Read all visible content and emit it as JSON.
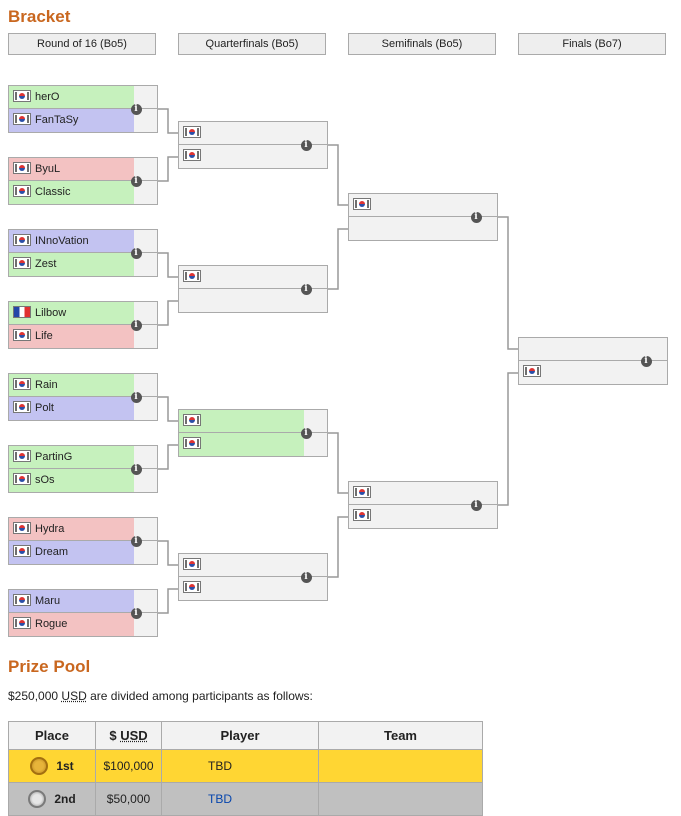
{
  "bracket": {
    "title": "Bracket",
    "rounds": [
      "Round of 16 (Bo5)",
      "Quarterfinals (Bo5)",
      "Semifinals (Bo5)",
      "Finals (Bo7)"
    ],
    "ro16": [
      {
        "p1": {
          "name": "herO",
          "flag": "kr",
          "color": "green"
        },
        "p2": {
          "name": "FanTaSy",
          "flag": "kr",
          "color": "blue"
        }
      },
      {
        "p1": {
          "name": "ByuL",
          "flag": "kr",
          "color": "red"
        },
        "p2": {
          "name": "Classic",
          "flag": "kr",
          "color": "green"
        }
      },
      {
        "p1": {
          "name": "INnoVation",
          "flag": "kr",
          "color": "blue"
        },
        "p2": {
          "name": "Zest",
          "flag": "kr",
          "color": "green"
        }
      },
      {
        "p1": {
          "name": "Lilbow",
          "flag": "fr",
          "color": "green"
        },
        "p2": {
          "name": "Life",
          "flag": "kr",
          "color": "red"
        }
      },
      {
        "p1": {
          "name": "Rain",
          "flag": "kr",
          "color": "green"
        },
        "p2": {
          "name": "Polt",
          "flag": "kr",
          "color": "blue"
        }
      },
      {
        "p1": {
          "name": "PartinG",
          "flag": "kr",
          "color": "green"
        },
        "p2": {
          "name": "sOs",
          "flag": "kr",
          "color": "green"
        }
      },
      {
        "p1": {
          "name": "Hydra",
          "flag": "kr",
          "color": "red"
        },
        "p2": {
          "name": "Dream",
          "flag": "kr",
          "color": "blue"
        }
      },
      {
        "p1": {
          "name": "Maru",
          "flag": "kr",
          "color": "blue"
        },
        "p2": {
          "name": "Rogue",
          "flag": "kr",
          "color": "red"
        }
      }
    ],
    "quarterfinals": [
      {
        "p1": {
          "name": "",
          "flag": "kr",
          "color": "none"
        },
        "p2": {
          "name": "",
          "flag": "kr",
          "color": "none"
        }
      },
      {
        "p1": {
          "name": "",
          "flag": "kr",
          "color": "none"
        },
        "p2": {
          "name": "",
          "flag": "",
          "color": "none"
        }
      },
      {
        "p1": {
          "name": "",
          "flag": "kr",
          "color": "green"
        },
        "p2": {
          "name": "",
          "flag": "kr",
          "color": "green"
        }
      },
      {
        "p1": {
          "name": "",
          "flag": "kr",
          "color": "none"
        },
        "p2": {
          "name": "",
          "flag": "kr",
          "color": "none"
        }
      }
    ],
    "semifinals": [
      {
        "p1": {
          "name": "",
          "flag": "kr",
          "color": "none"
        },
        "p2": {
          "name": "",
          "flag": "",
          "color": "none"
        }
      },
      {
        "p1": {
          "name": "",
          "flag": "kr",
          "color": "none"
        },
        "p2": {
          "name": "",
          "flag": "kr",
          "color": "none"
        }
      }
    ],
    "finals": [
      {
        "p1": {
          "name": "",
          "flag": "",
          "color": "none"
        },
        "p2": {
          "name": "",
          "flag": "kr",
          "color": "none"
        }
      }
    ],
    "info_glyph": "i",
    "colors": {
      "green": "#c6f1bd",
      "blue": "#c3c3f1",
      "red": "#f3c2c2",
      "none": "#f2f2f2",
      "connector": "#999999"
    }
  },
  "prize": {
    "title": "Prize Pool",
    "intro_amount": "$250,000",
    "intro_currency": "USD",
    "intro_rest": "are divided among participants as follows:",
    "headers": {
      "place": "Place",
      "usd_prefix": "$",
      "usd": "USD",
      "player": "Player",
      "team": "Team"
    },
    "rows": [
      {
        "place": "1st",
        "medal": "gold-medal-icon",
        "amount": "$100,000",
        "player": "TBD",
        "team": ""
      },
      {
        "place": "2nd",
        "medal": "silver-medal-icon",
        "amount": "$50,000",
        "player": "TBD",
        "team": ""
      }
    ]
  }
}
